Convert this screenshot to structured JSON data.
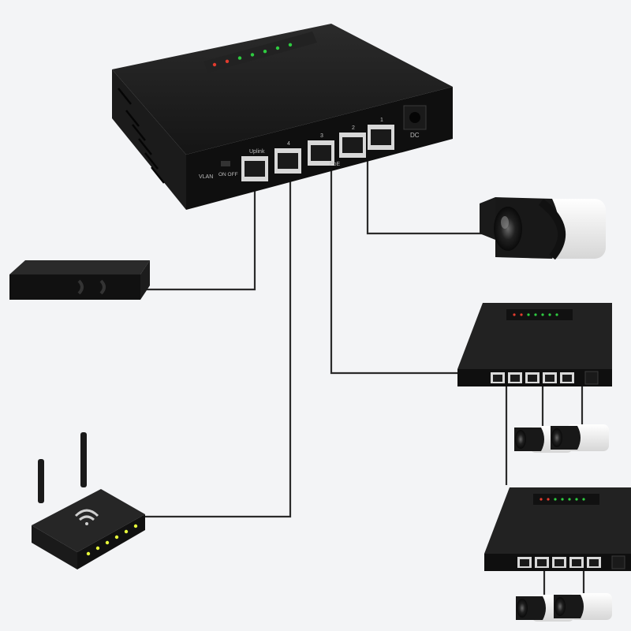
{
  "main_switch": {
    "port_labels": [
      "Uplink",
      "4",
      "3",
      "2",
      "1"
    ],
    "vlan_label": "VLAN",
    "switch_label": "ON OFF",
    "poe_label": "PoE",
    "dc_label": "DC",
    "led_colors": [
      "#e23b2e",
      "#e23b2e",
      "#2ecc40",
      "#2ecc40",
      "#2ecc40",
      "#2ecc40",
      "#2ecc40"
    ]
  },
  "devices": {
    "nvr": "network-video-recorder",
    "router": "wifi-router",
    "bullet_camera": "bullet-camera",
    "mini_switch_upper": "poe-switch",
    "mini_switch_lower": "poe-switch"
  },
  "colors": {
    "device_body": "#141414",
    "cable": "#2a2a2a",
    "background": "#f3f4f6",
    "router_led": "#e8ff3a"
  }
}
